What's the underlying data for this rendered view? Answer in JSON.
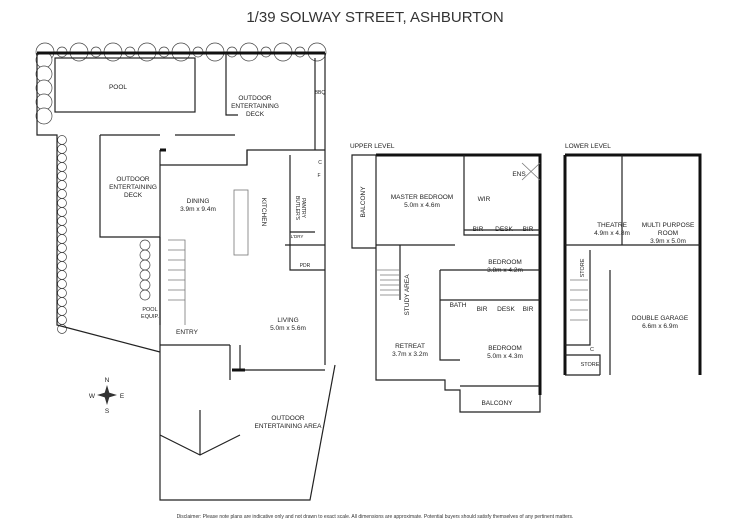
{
  "title": "1/39 SOLWAY STREET, ASHBURTON",
  "ground": {
    "pool": "POOL",
    "deck_top": [
      "OUTDOOR",
      "ENTERTAINING",
      "DECK"
    ],
    "bbq": "BBQ",
    "deck_left": [
      "OUTDOOR",
      "ENTERTAINING",
      "DECK"
    ],
    "dining": "DINING",
    "dining_size": "3.9m x 9.4m",
    "kitchen": "KITCHEN",
    "pantry": [
      "BUTLER'S",
      "PANTRY"
    ],
    "c": "C",
    "f": "F",
    "ldry": "L'DRY",
    "pdr": "PDR",
    "pool_equip": [
      "POOL",
      "EQUIP."
    ],
    "entry": "ENTRY",
    "living": "LIVING",
    "living_size": "5.0m x 5.6m",
    "area": [
      "OUTDOOR",
      "ENTERTAINING AREA"
    ]
  },
  "compass": {
    "n": "N",
    "s": "S",
    "e": "E",
    "w": "W"
  },
  "upper": {
    "label": "UPPER LEVEL",
    "balcony_left": "BALCONY",
    "master": "MASTER BEDROOM",
    "master_size": "5.0m x 4.6m",
    "wir": "WIR",
    "ens": "ENS",
    "bir": "BIR",
    "desk": "DESK",
    "bed1": "BEDROOM",
    "bed1_size": "3.8m x 4.2m",
    "study": "STUDY AREA",
    "bath": "BATH",
    "retreat": "RETREAT",
    "retreat_size": "3.7m x 3.2m",
    "bed2": "BEDROOM",
    "bed2_size": "5.0m x 4.3m",
    "balcony_bottom": "BALCONY"
  },
  "lower": {
    "label": "LOWER LEVEL",
    "theatre": "THEATRE",
    "theatre_size": "4.9m x 4.8m",
    "multi": [
      "MULTI PURPOSE",
      "ROOM",
      "3.9m x 5.0m"
    ],
    "store1": "STORE",
    "garage": "DOUBLE GARAGE",
    "garage_size": "6.6m x 6.9m",
    "c": "C",
    "store2": "STORE"
  },
  "disclaimer": "Disclaimer: Please note plans are indicative only and not drawn to exact scale. All dimensions are approximate. Potential buyers should satisfy themselves of any pertinent matters."
}
